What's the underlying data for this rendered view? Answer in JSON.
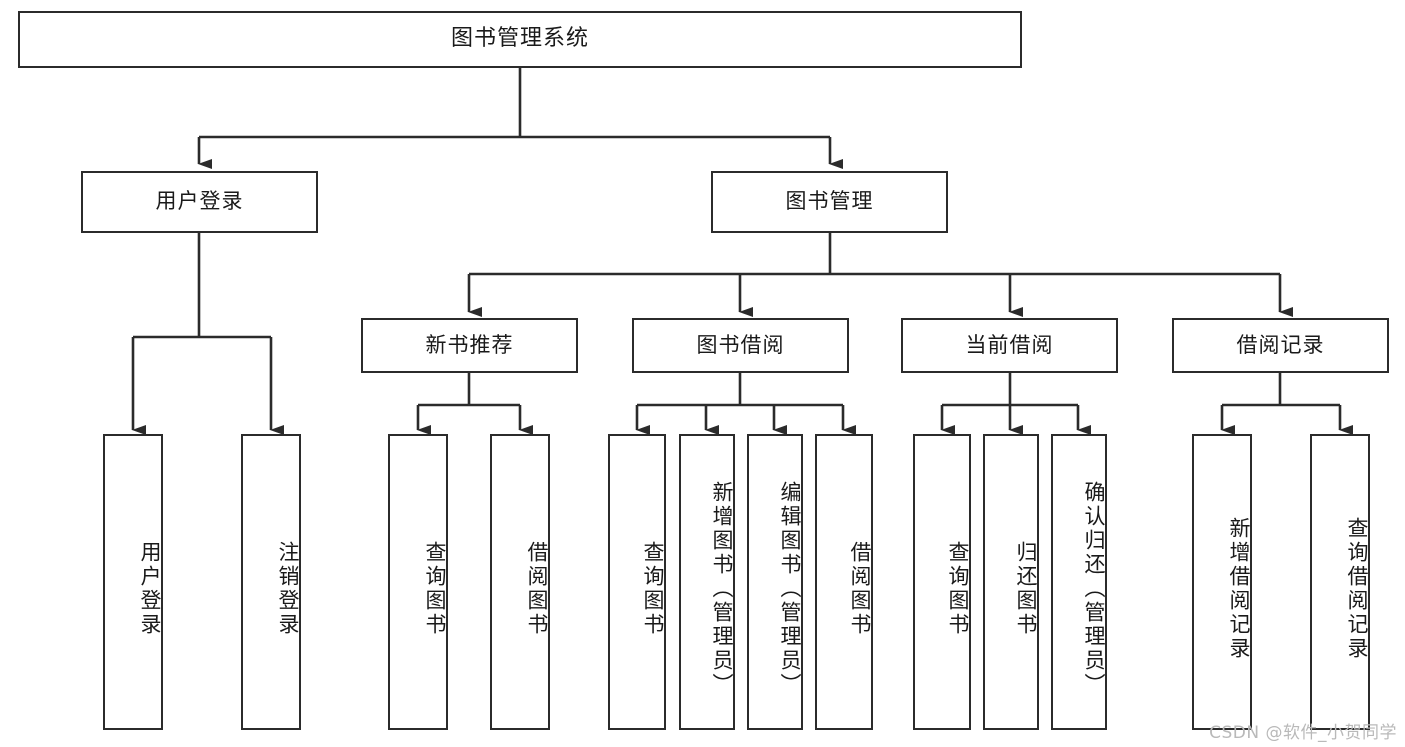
{
  "diagram": {
    "title": "图书管理系统",
    "type": "tree",
    "root": {
      "label": "图书管理系统"
    },
    "level2": [
      {
        "id": "user-login",
        "label": "用户登录"
      },
      {
        "id": "book-manage",
        "label": "图书管理"
      }
    ],
    "level3": [
      {
        "id": "new-book-recommend",
        "label": "新书推荐",
        "parent": "book-manage"
      },
      {
        "id": "book-borrow",
        "label": "图书借阅",
        "parent": "book-manage"
      },
      {
        "id": "current-borrow",
        "label": "当前借阅",
        "parent": "book-manage"
      },
      {
        "id": "borrow-record",
        "label": "借阅记录",
        "parent": "book-manage"
      }
    ],
    "leaves": [
      {
        "id": "leaf-user-login",
        "label": "用户登录",
        "parent": "user-login"
      },
      {
        "id": "leaf-logout",
        "label": "注销登录",
        "parent": "user-login"
      },
      {
        "id": "leaf-query-book-1",
        "label": "查询图书",
        "parent": "new-book-recommend"
      },
      {
        "id": "leaf-borrow-book-1",
        "label": "借阅图书",
        "parent": "new-book-recommend"
      },
      {
        "id": "leaf-query-book-2",
        "label": "查询图书",
        "parent": "book-borrow"
      },
      {
        "id": "leaf-add-book",
        "label": "新增图书（管理员）",
        "parent": "book-borrow"
      },
      {
        "id": "leaf-edit-book",
        "label": "编辑图书（管理员）",
        "parent": "book-borrow"
      },
      {
        "id": "leaf-borrow-book-2",
        "label": "借阅图书",
        "parent": "book-borrow"
      },
      {
        "id": "leaf-query-book-3",
        "label": "查询图书",
        "parent": "current-borrow"
      },
      {
        "id": "leaf-return-book",
        "label": "归还图书",
        "parent": "current-borrow"
      },
      {
        "id": "leaf-confirm-return",
        "label": "确认归还（管理员）",
        "parent": "current-borrow"
      },
      {
        "id": "leaf-add-record",
        "label": "新增借阅记录",
        "parent": "borrow-record"
      },
      {
        "id": "leaf-query-record",
        "label": "查询借阅记录",
        "parent": "borrow-record"
      }
    ]
  },
  "watermark": {
    "text": "CSDN @软件_小贺同学"
  },
  "colors": {
    "stroke": "#2b2b2b",
    "fill": "#ffffff",
    "text": "#1a1a1a",
    "watermark": "#b9b9b9"
  }
}
